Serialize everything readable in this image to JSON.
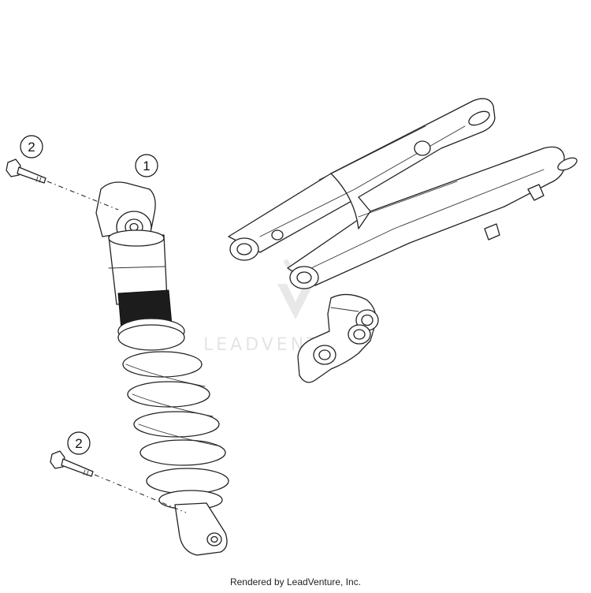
{
  "callouts": [
    {
      "id": "shock",
      "label": "1"
    },
    {
      "id": "bolt-top",
      "label": "2"
    },
    {
      "id": "bolt-bottom",
      "label": "2"
    }
  ],
  "watermark": {
    "text": "LEADVENTURE"
  },
  "credit": {
    "text": "Rendered by LeadVenture, Inc."
  },
  "colors": {
    "line": "#222222",
    "background": "#ffffff",
    "watermark": "#cfcfcf"
  }
}
